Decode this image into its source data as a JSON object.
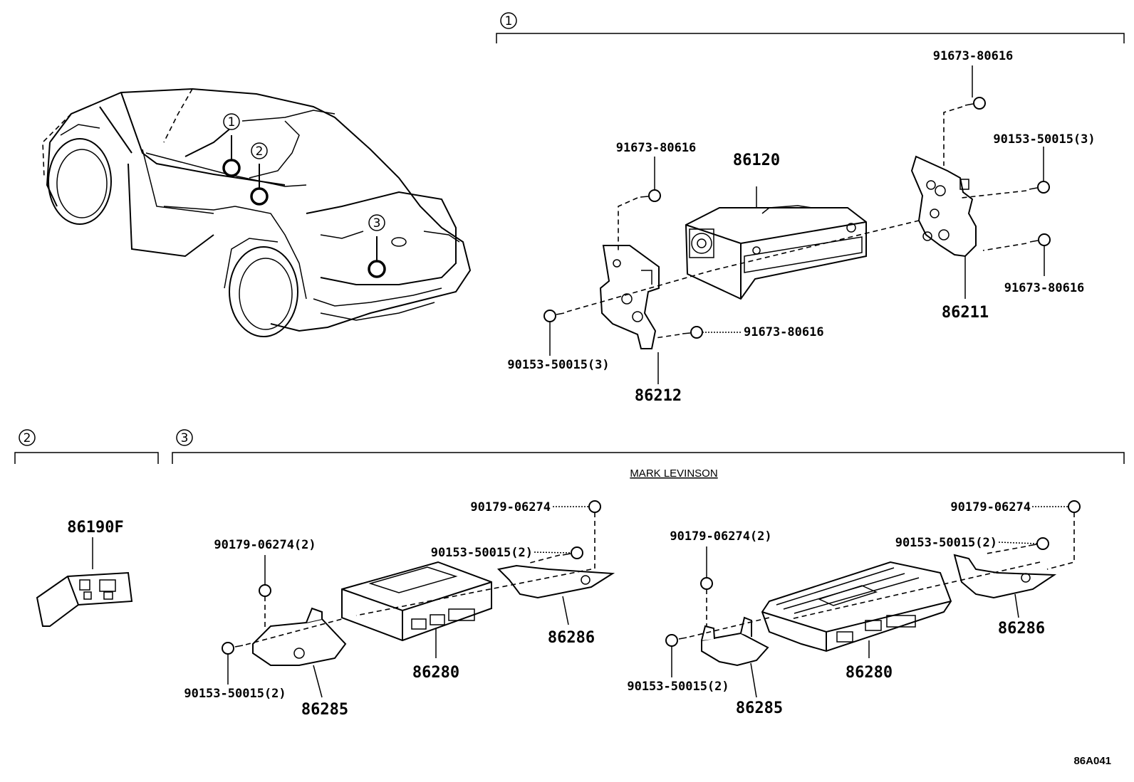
{
  "sections": {
    "s1": {
      "marker": "1"
    },
    "s2": {
      "marker": "2"
    },
    "s3": {
      "marker": "3",
      "title": "MARK LEVINSON"
    }
  },
  "car": {
    "markers": [
      "1",
      "2",
      "3"
    ]
  },
  "section1_parts": {
    "radio_receiver": "86120",
    "bracket_right": "86211",
    "bracket_left": "86212",
    "screw_top_right": "91673-80616",
    "screw_right_mid": "90153-50015(3)",
    "screw_right_low": "91673-80616",
    "screw_left_top": "91673-80616",
    "screw_left_mid": "91673-80616",
    "screw_left_low": "90153-50015(3)"
  },
  "section2_parts": {
    "switch": "86190F"
  },
  "section3_left": {
    "nut_top": "90179-06274",
    "bolt_mid": "90153-50015(2)",
    "nut_left": "90179-06274(2)",
    "bolt_left": "90153-50015(2)",
    "amplifier": "86280",
    "bracket_a": "86285",
    "bracket_b": "86286"
  },
  "section3_right": {
    "nut_top": "90179-06274",
    "bolt_mid": "90153-50015(2)",
    "nut_left": "90179-06274(2)",
    "bolt_left": "90153-50015(2)",
    "amplifier": "86280",
    "bracket_a": "86285",
    "bracket_b": "86286"
  },
  "diagram_code": "86A041"
}
